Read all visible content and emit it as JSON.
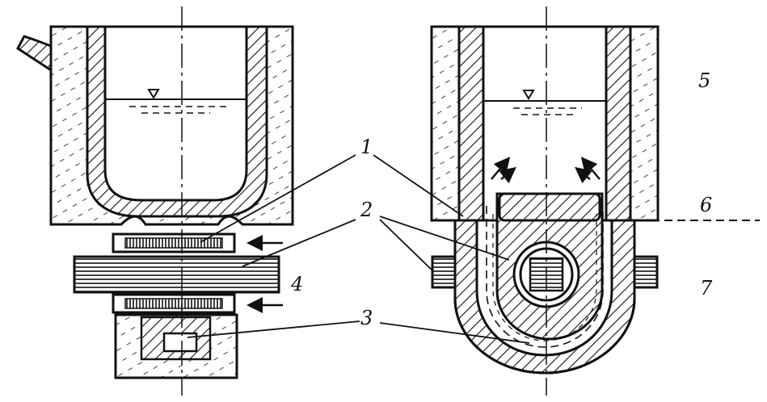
{
  "labels": {
    "l1": "1",
    "l2": "2",
    "l3": "3",
    "l4": "4",
    "l5": "5",
    "l6": "6",
    "l7": "7"
  },
  "colors": {
    "ink": "#111111",
    "hatch_fill": "#111111",
    "paper": "#ffffff"
  }
}
